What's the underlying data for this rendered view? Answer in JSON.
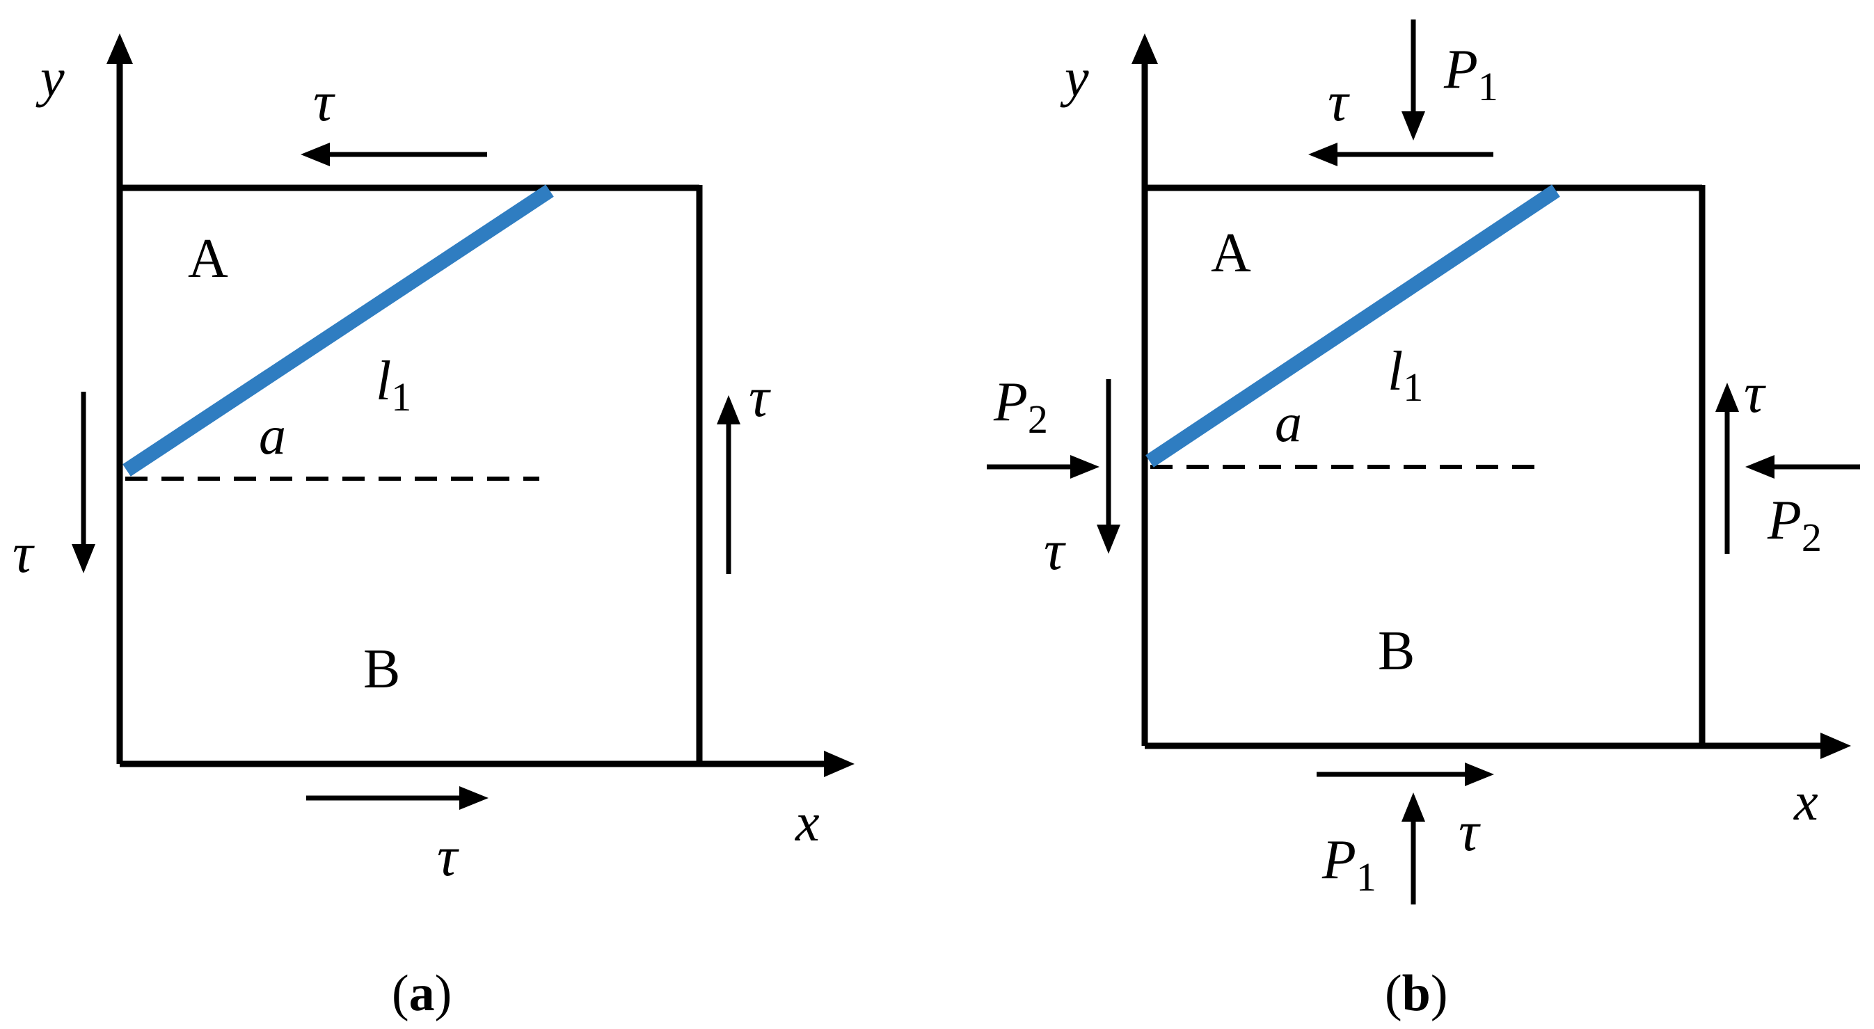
{
  "diagram": {
    "colors": {
      "line": "#000000",
      "crack": "#2F7DC1",
      "background": "#FFFFFF"
    },
    "panels": [
      {
        "id": "a",
        "caption": {
          "open": "(",
          "letter": "a",
          "close": ")"
        },
        "axes": {
          "x": "x",
          "y": "y"
        },
        "regions": {
          "upper": "A",
          "lower": "B"
        },
        "crack": {
          "label_main": "l",
          "label_sub": "1",
          "angle": "a"
        },
        "shear": {
          "top": "τ",
          "bottom": "τ",
          "left": "τ",
          "right": "τ"
        }
      },
      {
        "id": "b",
        "caption": {
          "open": "(",
          "letter": "b",
          "close": ")"
        },
        "axes": {
          "x": "x",
          "y": "y"
        },
        "regions": {
          "upper": "A",
          "lower": "B"
        },
        "crack": {
          "label_main": "l",
          "label_sub": "1",
          "angle": "a"
        },
        "shear": {
          "top": "τ",
          "bottom": "τ",
          "left": "τ",
          "right": "τ"
        },
        "loads": {
          "top": {
            "main": "P",
            "sub": "1"
          },
          "bottom": {
            "main": "P",
            "sub": "1"
          },
          "left": {
            "main": "P",
            "sub": "2"
          },
          "right": {
            "main": "P",
            "sub": "2"
          }
        }
      }
    ]
  }
}
